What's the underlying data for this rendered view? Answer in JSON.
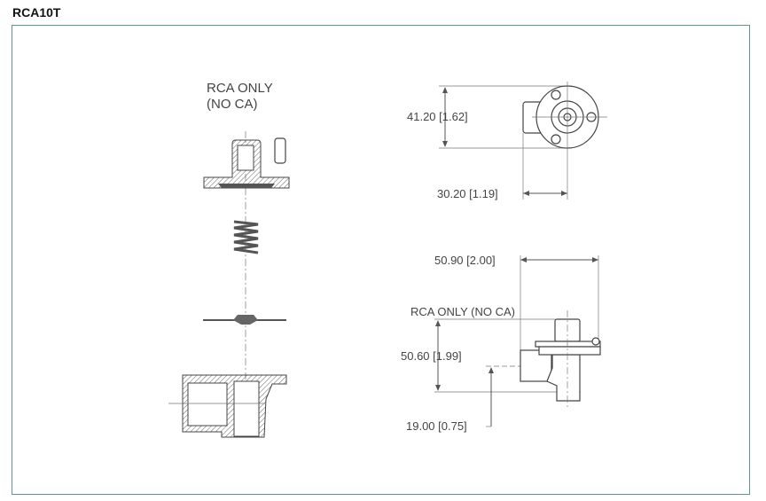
{
  "title": "RCA10T",
  "exploded_view": {
    "label_line1": "RCA ONLY",
    "label_line2": "(NO CA)"
  },
  "dimensions": {
    "height_top": "41.20 [1.62]",
    "offset_top": "30.20 [1.19]",
    "width_side": "50.90 [2.00]",
    "side_note": "RCA ONLY (NO CA)",
    "height_side": "50.60 [1.99]",
    "port_height": "19.00 [0.75]"
  },
  "colors": {
    "frame": "#5a9a8a"
  }
}
